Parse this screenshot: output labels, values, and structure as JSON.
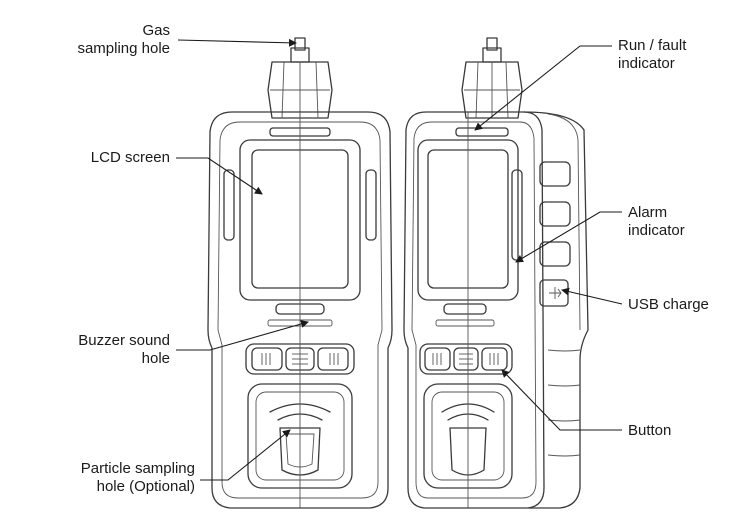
{
  "labels": {
    "gas_sampling": [
      "Gas",
      "sampling hole"
    ],
    "lcd_screen": [
      "LCD screen"
    ],
    "buzzer": [
      "Buzzer sound",
      "hole"
    ],
    "particle": [
      "Particle sampling",
      "hole (Optional)"
    ],
    "run_fault": [
      "Run / fault",
      "indicator"
    ],
    "alarm": [
      "Alarm",
      "indicator"
    ],
    "usb": [
      "USB charge"
    ],
    "button": [
      "Button"
    ]
  }
}
